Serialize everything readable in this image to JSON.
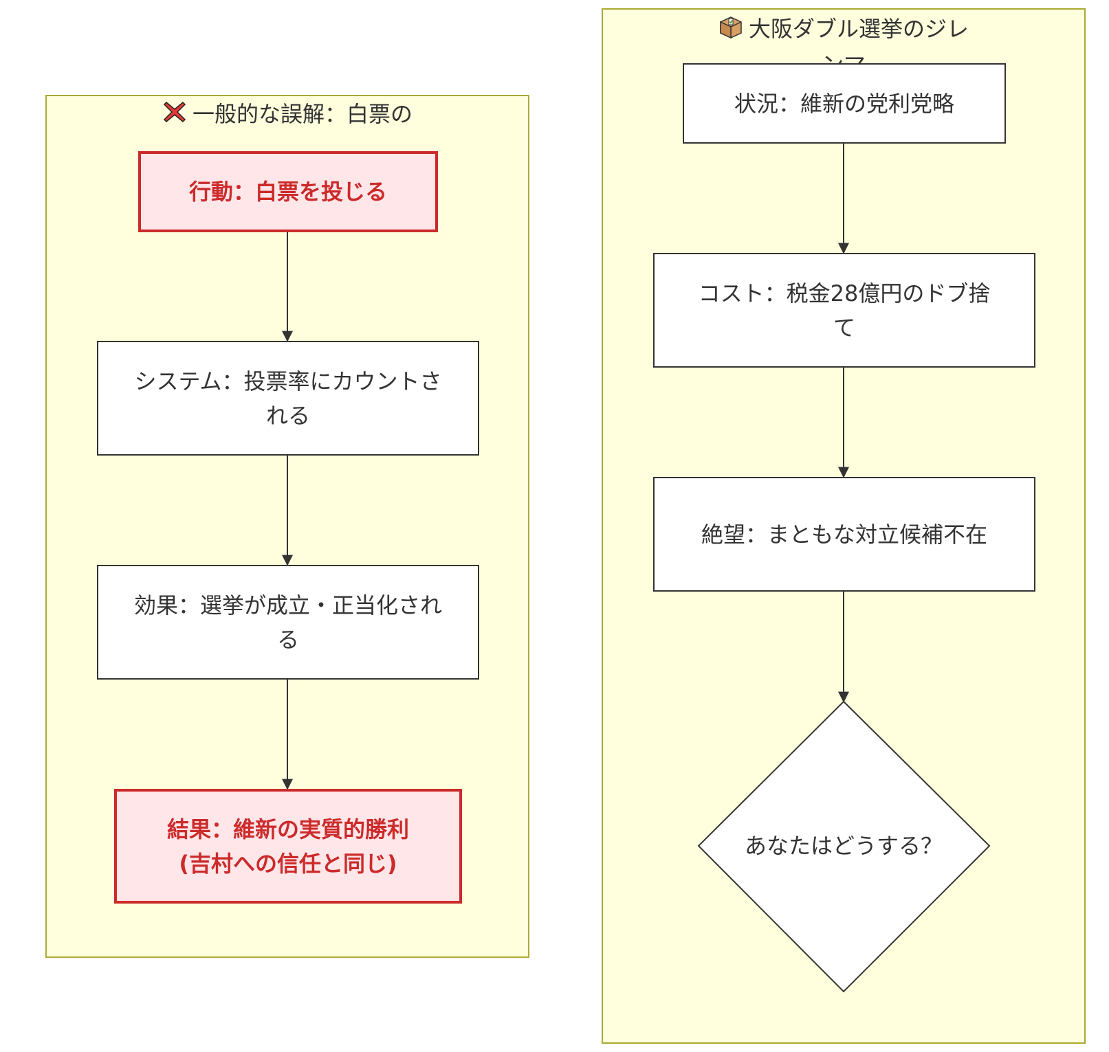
{
  "colors": {
    "cluster_fill": "#ffffde",
    "cluster_border": "#aaaa33",
    "node_fill": "#ffffff",
    "node_border": "#333333",
    "highlight_fill": "#ffe6e9",
    "highlight_border": "#cc2b2b",
    "highlight_text": "#cc2b2b"
  },
  "left_cluster": {
    "icon": "cross-mark-icon",
    "title": "一般的な誤解：白票の罠",
    "nodes": {
      "action": "行動：白票を投じる",
      "system": "システム：投票率にカウントされる",
      "effect": "効果：選挙が成立・正当化される",
      "result_line1": "結果：維新の実質的勝利",
      "result_line2": "(吉村への信任と同じ)"
    }
  },
  "right_cluster": {
    "icon": "ballot-box-icon",
    "title": "大阪ダブル選挙のジレンマ",
    "nodes": {
      "situation": "状況：維新の党利党略",
      "cost": "コスト：税金28億円のドブ捨て",
      "despair": "絶望：まともな対立候補不在",
      "decision": "あなたはどうする？"
    }
  }
}
